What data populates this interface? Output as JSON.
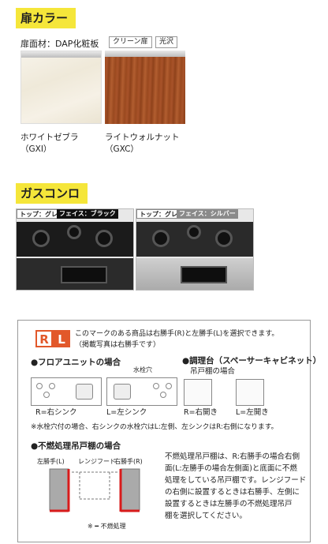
{
  "door": {
    "heading": "扉カラー",
    "material": "扉面材：DAP化粧板",
    "tag_clean": "クリーン扉",
    "tag_gloss": "光沢",
    "colors": [
      {
        "name": "ホワイトゼブラ",
        "code": "（GXI）"
      },
      {
        "name": "ライトウォルナット",
        "code": "（GXC）"
      }
    ]
  },
  "gas": {
    "heading": "ガスコンロ",
    "left": {
      "top_label": "トップ：グレー",
      "face_label": "フェイス：ブラック"
    },
    "right": {
      "top_label": "トップ：グレー",
      "face_label": "フェイス：シルバー"
    }
  },
  "info": {
    "mark_r": "R",
    "mark_l": "L",
    "line1": "このマークのある商品は右勝手(R)と左勝手(L)を選択できます。",
    "line2": "（掲載写真は右勝手です）",
    "floor_title": "●フロアユニットの場合",
    "faucet_hole": "水栓穴",
    "r_sink": "R=右シンク",
    "l_sink": "L=左シンク",
    "counter_title": "●調理台（スペーサーキャビネット）",
    "counter_sub": "吊戸棚の場合",
    "r_open": "R=右開き",
    "l_open": "L=左開き",
    "note": "※水栓穴付の場合、右シンクの水栓穴はL:左側、左シンクはR:右側になります。",
    "nonflam_title": "●不燃処理吊戸棚の場合",
    "left_hand": "左勝手(L)",
    "range_hood": "レンジフード",
    "right_hand": "右勝手(R)",
    "legend": "※ ━ 不燃処理",
    "desc": [
      "不燃処理吊戸棚は、R:右勝手の場合右側",
      "面(L:左勝手の場合左側面)と底面に不燃",
      "処理をしている吊戸棚です。レンジフード",
      "の右側に設置するときは右勝手、左側に",
      "設置するときは左勝手の不燃処理吊戸",
      "棚を選択してください。"
    ]
  }
}
